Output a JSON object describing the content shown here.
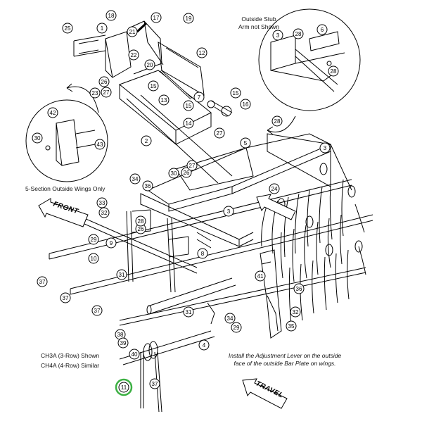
{
  "notes": {
    "outside_stub_line1": "Outside Stub",
    "outside_stub_line2": "Arm not Shown",
    "five_section": "5-Section Outside Wings Only",
    "ch3a": "CH3A (3-Row) Shown",
    "ch4a": "CH4A (4-Row) Similar",
    "install_line1": "Install the Adjustment Lever on the outside",
    "install_line2": "face of the outside Bar Plate on wings."
  },
  "arrows": {
    "front": "FRONT",
    "travel": "TRAVEL"
  },
  "highlight_color": "#3cb043",
  "callouts": [
    "1",
    "2",
    "3",
    "4",
    "5",
    "6",
    "7",
    "8",
    "9",
    "10",
    "11",
    "12",
    "13",
    "14",
    "15",
    "16",
    "17",
    "18",
    "19",
    "20",
    "21",
    "22",
    "23",
    "24",
    "25",
    "26",
    "27",
    "28",
    "29",
    "30",
    "31",
    "32",
    "33",
    "34",
    "35",
    "36",
    "37",
    "38",
    "39",
    "40",
    "41",
    "42",
    "43"
  ],
  "circled_part": "11"
}
